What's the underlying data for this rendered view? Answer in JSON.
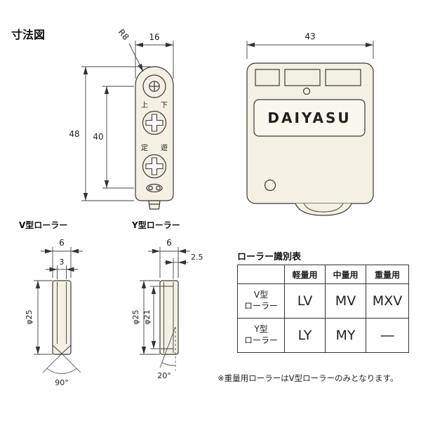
{
  "title": "寸法図",
  "colors": {
    "line": "#3a3a3a",
    "part_fill": "#f4f0e3",
    "panel_fill": "#faf7ee"
  },
  "front_view": {
    "dim16": "16",
    "r8": "R8",
    "dim48": "48",
    "dim40": "40",
    "label_up": "上",
    "label_down": "下",
    "label_fixed": "定",
    "label_free": "遊"
  },
  "side_view": {
    "dim43": "43",
    "brand": "DAIYASU"
  },
  "v_roller": {
    "label": "V型ローラー",
    "dim6": "6",
    "dim3": "3",
    "dia": "φ25",
    "angle": "90°"
  },
  "y_roller": {
    "label": "Y型ローラー",
    "dim6": "6",
    "dim2_5": "2.5",
    "dia_outer": "φ25",
    "dia_inner": "φ21",
    "angle": "20°"
  },
  "table": {
    "title": "ローラー識別表",
    "col_headers": [
      "軽量用",
      "中量用",
      "重量用"
    ],
    "rows": [
      {
        "name": "V型\nローラー",
        "light": "LV",
        "medium": "MV",
        "heavy": "MXV"
      },
      {
        "name": "Y型\nローラー",
        "light": "LY",
        "medium": "MY",
        "heavy": "―"
      }
    ]
  },
  "footnote": "※重量用ローラーはV型ローラーのみとなります。"
}
